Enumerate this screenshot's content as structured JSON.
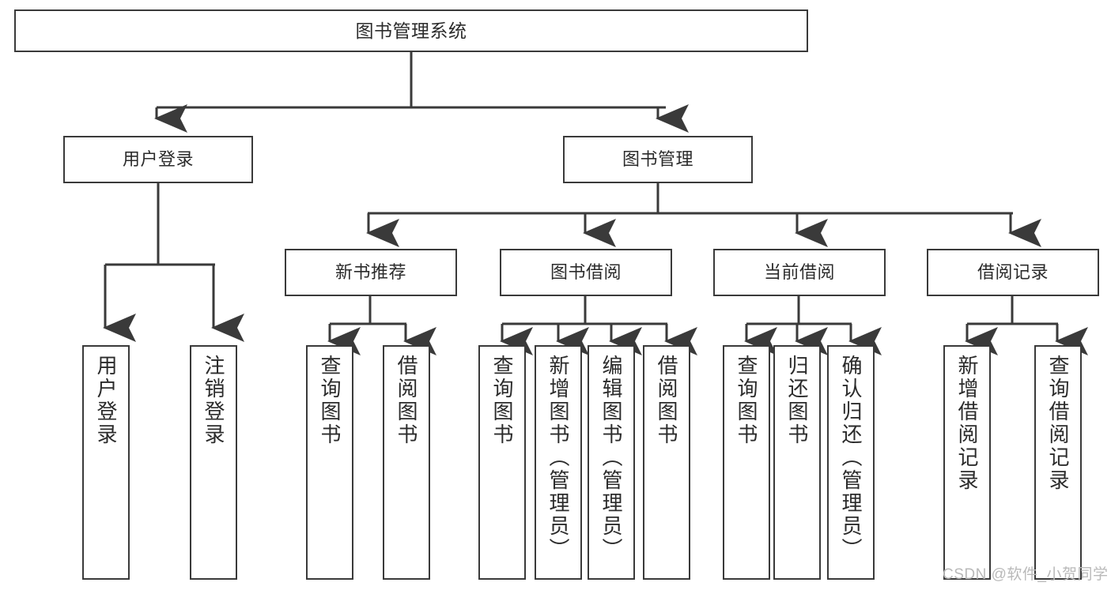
{
  "diagram": {
    "type": "tree-hierarchy-chart",
    "title_node": "图书管理系统",
    "line_color": "#3a3a3a",
    "text_color": "#2b2b2b",
    "background": "#ffffff",
    "levels": {
      "root": [
        "图书管理系统"
      ],
      "level1": [
        "用户登录",
        "图书管理"
      ],
      "level2": [
        "新书推荐",
        "图书借阅",
        "当前借阅",
        "借阅记录"
      ],
      "level3": [
        "用户登录",
        "注销登录",
        "查询图书",
        "借阅图书",
        "查询图书",
        "新增图书（管理员）",
        "编辑图书（管理员）",
        "借阅图书",
        "查询图书",
        "归还图书",
        "确认归还（管理员）",
        "新增借阅记录",
        "查询借阅记录"
      ]
    }
  },
  "nodes": {
    "root": {
      "label": "图书管理系统"
    },
    "user_login": {
      "label": "用户登录"
    },
    "book_manage": {
      "label": "图书管理"
    },
    "new_book_rec": {
      "label": "新书推荐"
    },
    "book_borrow": {
      "label": "图书借阅"
    },
    "current_borrow": {
      "label": "当前借阅"
    },
    "borrow_record": {
      "label": "借阅记录"
    },
    "leaf_user_login": {
      "label": "用户登录"
    },
    "leaf_logout": {
      "label": "注销登录"
    },
    "leaf_query_book_a": {
      "label": "查询图书"
    },
    "leaf_borrow_book_a": {
      "label": "借阅图书"
    },
    "leaf_query_book_b": {
      "label": "查询图书"
    },
    "leaf_add_book": {
      "label": "新增图书（管理员）"
    },
    "leaf_edit_book": {
      "label": "编辑图书（管理员）"
    },
    "leaf_borrow_book_b": {
      "label": "借阅图书"
    },
    "leaf_query_book_c": {
      "label": "查询图书"
    },
    "leaf_return_book": {
      "label": "归还图书"
    },
    "leaf_confirm_return": {
      "label": "确认归还（管理员）"
    },
    "leaf_add_record": {
      "label": "新增借阅记录"
    },
    "leaf_query_record": {
      "label": "查询借阅记录"
    }
  },
  "watermark": {
    "text": "CSDN @软件_小贺同学"
  }
}
